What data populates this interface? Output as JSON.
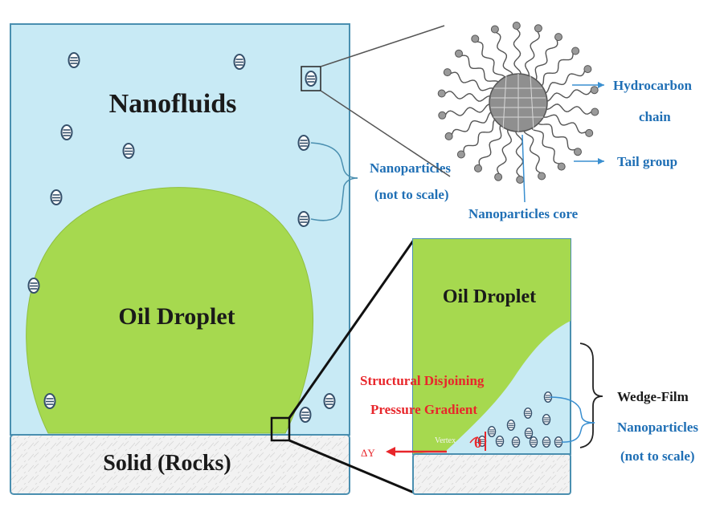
{
  "main_panel": {
    "title": "Nanofluids",
    "droplet_label": "Oil Droplet",
    "rock_label": "Solid (Rocks)"
  },
  "particle_callout": {
    "label_line1": "Nanoparticles",
    "label_line2": "(not to scale)"
  },
  "nanoparticle_detail": {
    "hydrocarbon_line1": "Hydrocarbon",
    "hydrocarbon_line2": "chain",
    "tail_label": "Tail group",
    "core_label": "Nanoparticles core"
  },
  "wedge_detail": {
    "droplet_label": "Oil Droplet",
    "sdp_line1": "Structural Disjoining",
    "sdp_line2": "Pressure Gradient",
    "delta_label": "ΔY",
    "vertex_label": "Vertex",
    "theta_label": "θ",
    "wedge_film_label": "Wedge-Film",
    "np_line1": "Nanoparticles",
    "np_line2": "(not to scale)"
  },
  "colors": {
    "fluid": "#c8eaf5",
    "oil": "#a6d94f",
    "rock": "#f2f2f2",
    "panel_border": "#4a8fb0",
    "label_blue": "#1f6fb5",
    "label_red": "#e8262b",
    "dark_text": "#1a1a1a"
  }
}
